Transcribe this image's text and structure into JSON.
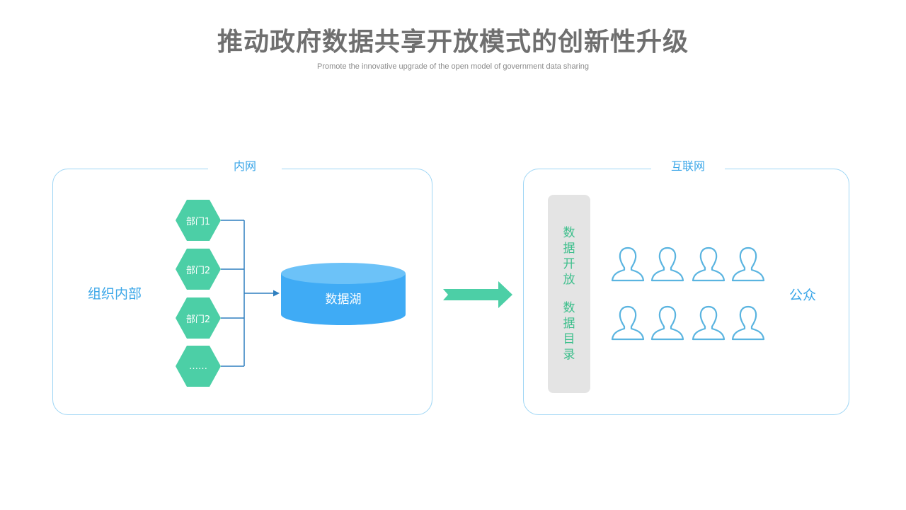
{
  "header": {
    "title": "推动政府数据共享开放模式的创新性升级",
    "subtitle": "Promote the innovative upgrade of the open model of government data sharing"
  },
  "intranet": {
    "label": "内网",
    "side_text": "组织内部",
    "departments": [
      "部门1",
      "部门2",
      "部门2",
      "……"
    ],
    "data_lake": "数据湖"
  },
  "internet": {
    "label": "互联网",
    "catalog_line1": "数据开放",
    "catalog_line2": "数据目录",
    "public_text": "公众",
    "person_icon": "person-outline-icon"
  },
  "colors": {
    "hex_green": "#4ccfa6",
    "lake_blue": "#3fabf5",
    "border_blue": "#9fd6f5",
    "text_blue": "#3aa6e8",
    "catalog_green": "#3dbf8c",
    "person_stroke": "#5ab4e0"
  }
}
